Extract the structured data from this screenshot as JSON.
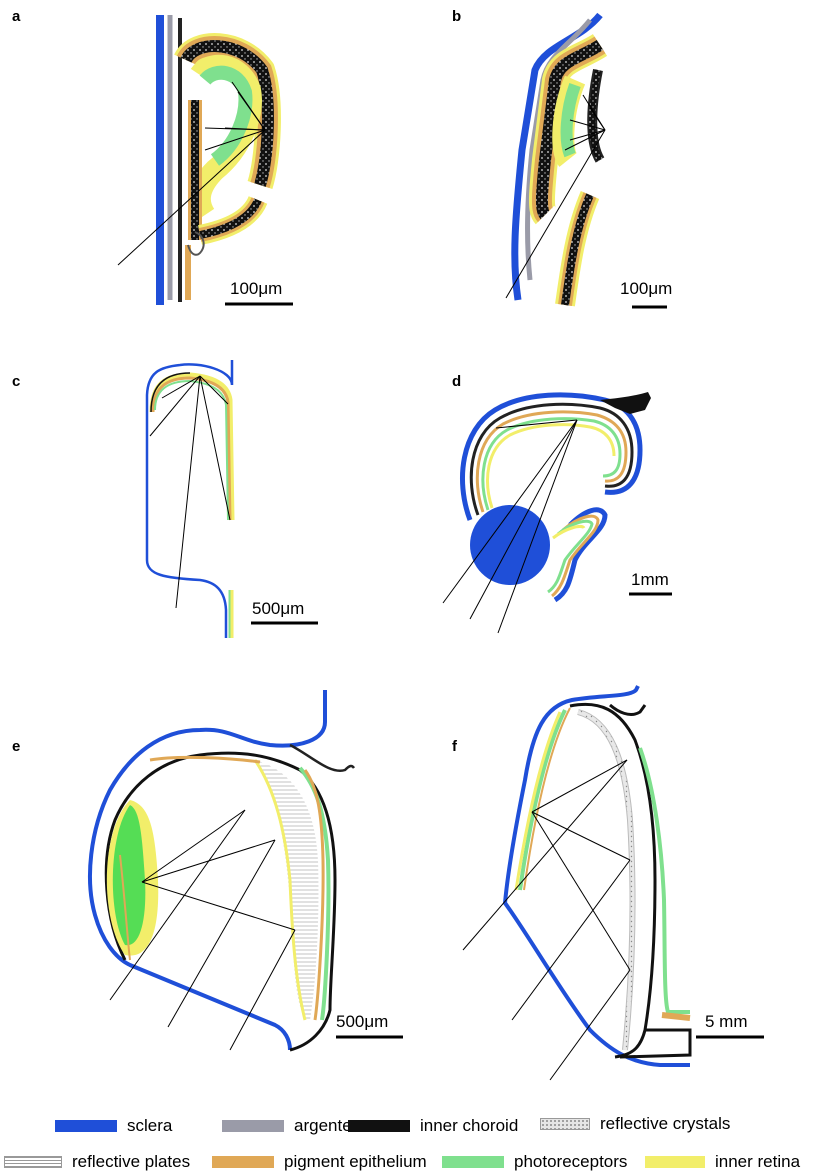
{
  "panels": [
    {
      "letter": "a",
      "scale": "100μm"
    },
    {
      "letter": "b",
      "scale": "100μm"
    },
    {
      "letter": "c",
      "scale": "500μm"
    },
    {
      "letter": "d",
      "scale": "1mm"
    },
    {
      "letter": "e",
      "scale": "500μm"
    },
    {
      "letter": "f",
      "scale": "5 mm"
    }
  ],
  "legend": [
    {
      "label": "sclera",
      "color": "#1f4fd8"
    },
    {
      "label": "argentea",
      "color": "#9a9ba8"
    },
    {
      "label": "inner choroid",
      "color": "#111111"
    },
    {
      "label": "reflective crystals",
      "color": "#cfcfcf",
      "pattern": "dots"
    },
    {
      "label": "reflective plates",
      "color": "#ffffff",
      "pattern": "lines"
    },
    {
      "label": "pigment epithelium",
      "color": "#e0a856"
    },
    {
      "label": "photoreceptors",
      "color": "#7fe08e"
    },
    {
      "label": "inner retina",
      "color": "#f2ee6a"
    }
  ]
}
